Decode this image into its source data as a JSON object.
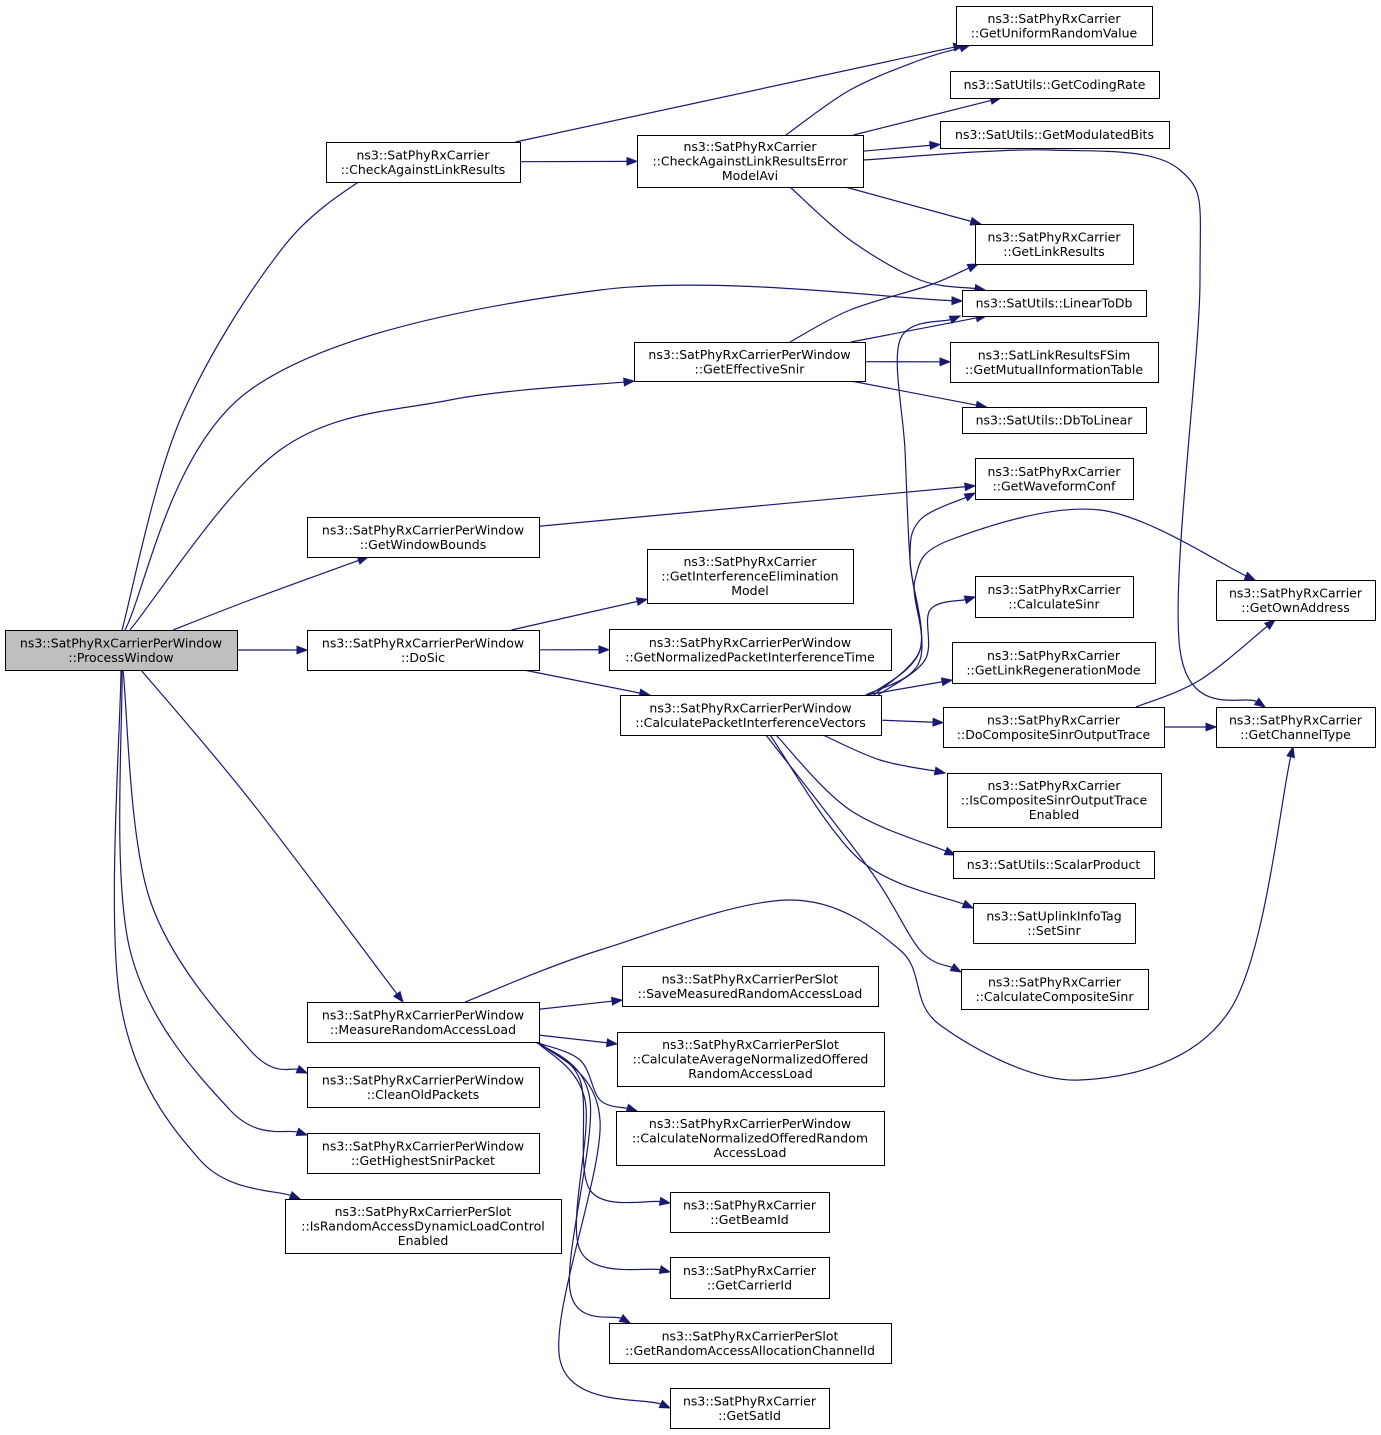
{
  "graph": {
    "root": "ProcessWindow",
    "nodes": {
      "ProcessWindow": [
        "ns3::SatPhyRxCarrierPerWindow",
        "::ProcessWindow"
      ],
      "CheckAgainstLinkResults": [
        "ns3::SatPhyRxCarrier",
        "::CheckAgainstLinkResults"
      ],
      "CheckAgainstLinkResultsErrorModelAvi": [
        "ns3::SatPhyRxCarrier",
        "::CheckAgainstLinkResultsError",
        "ModelAvi"
      ],
      "GetUniformRandomValue": [
        "ns3::SatPhyRxCarrier",
        "::GetUniformRandomValue"
      ],
      "GetCodingRate": [
        "ns3::SatUtils::GetCodingRate"
      ],
      "GetModulatedBits": [
        "ns3::SatUtils::GetModulatedBits"
      ],
      "GetLinkResults": [
        "ns3::SatPhyRxCarrier",
        "::GetLinkResults"
      ],
      "LinearToDb": [
        "ns3::SatUtils::LinearToDb"
      ],
      "GetEffectiveSnir": [
        "ns3::SatPhyRxCarrierPerWindow",
        "::GetEffectiveSnir"
      ],
      "GetMutualInformationTable": [
        "ns3::SatLinkResultsFSim",
        "::GetMutualInformationTable"
      ],
      "DbToLinear": [
        "ns3::SatUtils::DbToLinear"
      ],
      "GetWaveformConf": [
        "ns3::SatPhyRxCarrier",
        "::GetWaveformConf"
      ],
      "GetWindowBounds": [
        "ns3::SatPhyRxCarrierPerWindow",
        "::GetWindowBounds"
      ],
      "GetInterferenceEliminationModel": [
        "ns3::SatPhyRxCarrier",
        "::GetInterferenceElimination",
        "Model"
      ],
      "GetOwnAddress": [
        "ns3::SatPhyRxCarrier",
        "::GetOwnAddress"
      ],
      "CalculateSinr": [
        "ns3::SatPhyRxCarrier",
        "::CalculateSinr"
      ],
      "DoSic": [
        "ns3::SatPhyRxCarrierPerWindow",
        "::DoSic"
      ],
      "GetNormalizedPacketInterferenceTime": [
        "ns3::SatPhyRxCarrierPerWindow",
        "::GetNormalizedPacketInterferenceTime"
      ],
      "GetLinkRegenerationMode": [
        "ns3::SatPhyRxCarrier",
        "::GetLinkRegenerationMode"
      ],
      "CalculatePacketInterferenceVectors": [
        "ns3::SatPhyRxCarrierPerWindow",
        "::CalculatePacketInterferenceVectors"
      ],
      "DoCompositeSinrOutputTrace": [
        "ns3::SatPhyRxCarrier",
        "::DoCompositeSinrOutputTrace"
      ],
      "GetChannelType": [
        "ns3::SatPhyRxCarrier",
        "::GetChannelType"
      ],
      "IsCompositeSinrOutputTraceEnabled": [
        "ns3::SatPhyRxCarrier",
        "::IsCompositeSinrOutputTrace",
        "Enabled"
      ],
      "ScalarProduct": [
        "ns3::SatUtils::ScalarProduct"
      ],
      "SetSinr": [
        "ns3::SatUplinkInfoTag",
        "::SetSinr"
      ],
      "CalculateCompositeSinr": [
        "ns3::SatPhyRxCarrier",
        "::CalculateCompositeSinr"
      ],
      "SaveMeasuredRandomAccessLoad": [
        "ns3::SatPhyRxCarrierPerSlot",
        "::SaveMeasuredRandomAccessLoad"
      ],
      "MeasureRandomAccessLoad": [
        "ns3::SatPhyRxCarrierPerWindow",
        "::MeasureRandomAccessLoad"
      ],
      "CalculateAverageNormalizedOfferedRandomAccessLoad": [
        "ns3::SatPhyRxCarrierPerSlot",
        "::CalculateAverageNormalizedOffered",
        "RandomAccessLoad"
      ],
      "CleanOldPackets": [
        "ns3::SatPhyRxCarrierPerWindow",
        "::CleanOldPackets"
      ],
      "CalculateNormalizedOfferedRandomAccessLoad": [
        "ns3::SatPhyRxCarrierPerWindow",
        "::CalculateNormalizedOfferedRandom",
        "AccessLoad"
      ],
      "GetHighestSnirPacket": [
        "ns3::SatPhyRxCarrierPerWindow",
        "::GetHighestSnirPacket"
      ],
      "GetBeamId": [
        "ns3::SatPhyRxCarrier",
        "::GetBeamId"
      ],
      "IsRandomAccessDynamicLoadControlEnabled": [
        "ns3::SatPhyRxCarrierPerSlot",
        "::IsRandomAccessDynamicLoadControl",
        "Enabled"
      ],
      "GetCarrierId": [
        "ns3::SatPhyRxCarrier",
        "::GetCarrierId"
      ],
      "GetRandomAccessAllocationChannelId": [
        "ns3::SatPhyRxCarrierPerSlot",
        "::GetRandomAccessAllocationChannelId"
      ],
      "GetSatId": [
        "ns3::SatPhyRxCarrier",
        "::GetSatId"
      ]
    },
    "edges": [
      [
        "ProcessWindow",
        "CheckAgainstLinkResults"
      ],
      [
        "ProcessWindow",
        "LinearToDb"
      ],
      [
        "ProcessWindow",
        "GetEffectiveSnir"
      ],
      [
        "ProcessWindow",
        "GetWindowBounds"
      ],
      [
        "ProcessWindow",
        "DoSic"
      ],
      [
        "ProcessWindow",
        "MeasureRandomAccessLoad"
      ],
      [
        "ProcessWindow",
        "CleanOldPackets"
      ],
      [
        "ProcessWindow",
        "GetHighestSnirPacket"
      ],
      [
        "ProcessWindow",
        "IsRandomAccessDynamicLoadControlEnabled"
      ],
      [
        "CheckAgainstLinkResults",
        "GetUniformRandomValue"
      ],
      [
        "CheckAgainstLinkResults",
        "CheckAgainstLinkResultsErrorModelAvi"
      ],
      [
        "CheckAgainstLinkResultsErrorModelAvi",
        "GetUniformRandomValue"
      ],
      [
        "CheckAgainstLinkResultsErrorModelAvi",
        "GetCodingRate"
      ],
      [
        "CheckAgainstLinkResultsErrorModelAvi",
        "GetModulatedBits"
      ],
      [
        "CheckAgainstLinkResultsErrorModelAvi",
        "GetLinkResults"
      ],
      [
        "CheckAgainstLinkResultsErrorModelAvi",
        "LinearToDb"
      ],
      [
        "CheckAgainstLinkResultsErrorModelAvi",
        "GetChannelType"
      ],
      [
        "GetEffectiveSnir",
        "GetLinkResults"
      ],
      [
        "GetEffectiveSnir",
        "LinearToDb"
      ],
      [
        "GetEffectiveSnir",
        "GetMutualInformationTable"
      ],
      [
        "GetEffectiveSnir",
        "DbToLinear"
      ],
      [
        "GetWindowBounds",
        "GetWaveformConf"
      ],
      [
        "DoSic",
        "GetInterferenceEliminationModel"
      ],
      [
        "DoSic",
        "GetNormalizedPacketInterferenceTime"
      ],
      [
        "DoSic",
        "CalculatePacketInterferenceVectors"
      ],
      [
        "CalculatePacketInterferenceVectors",
        "LinearToDb"
      ],
      [
        "CalculatePacketInterferenceVectors",
        "GetWaveformConf"
      ],
      [
        "CalculatePacketInterferenceVectors",
        "GetOwnAddress"
      ],
      [
        "CalculatePacketInterferenceVectors",
        "CalculateSinr"
      ],
      [
        "CalculatePacketInterferenceVectors",
        "GetLinkRegenerationMode"
      ],
      [
        "CalculatePacketInterferenceVectors",
        "DoCompositeSinrOutputTrace"
      ],
      [
        "CalculatePacketInterferenceVectors",
        "IsCompositeSinrOutputTraceEnabled"
      ],
      [
        "CalculatePacketInterferenceVectors",
        "ScalarProduct"
      ],
      [
        "CalculatePacketInterferenceVectors",
        "SetSinr"
      ],
      [
        "CalculatePacketInterferenceVectors",
        "CalculateCompositeSinr"
      ],
      [
        "DoCompositeSinrOutputTrace",
        "GetOwnAddress"
      ],
      [
        "DoCompositeSinrOutputTrace",
        "GetChannelType"
      ],
      [
        "MeasureRandomAccessLoad",
        "GetChannelType"
      ],
      [
        "MeasureRandomAccessLoad",
        "SaveMeasuredRandomAccessLoad"
      ],
      [
        "MeasureRandomAccessLoad",
        "CalculateAverageNormalizedOfferedRandomAccessLoad"
      ],
      [
        "MeasureRandomAccessLoad",
        "CalculateNormalizedOfferedRandomAccessLoad"
      ],
      [
        "MeasureRandomAccessLoad",
        "GetBeamId"
      ],
      [
        "MeasureRandomAccessLoad",
        "GetCarrierId"
      ],
      [
        "MeasureRandomAccessLoad",
        "GetRandomAccessAllocationChannelId"
      ],
      [
        "MeasureRandomAccessLoad",
        "GetSatId"
      ]
    ]
  }
}
